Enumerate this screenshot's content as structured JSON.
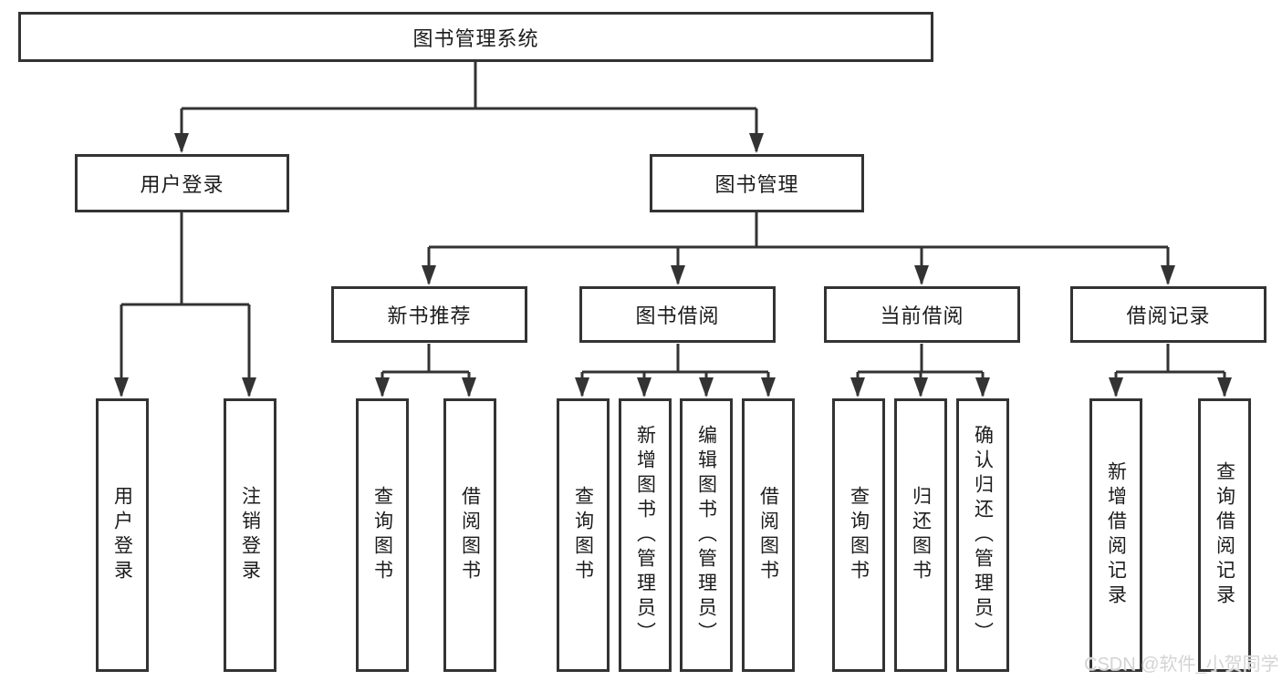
{
  "colors": {
    "line": "#333333",
    "box_fill": "#ffffff",
    "text": "#1c1c1c",
    "watermark": "#d4d4d4"
  },
  "watermark": {
    "text": "CSDN @软件_小贺同学"
  },
  "diagram": {
    "type": "hierarchy-tree",
    "root": {
      "label": "图书管理系统"
    },
    "level2": {
      "user_login": {
        "label": "用户登录"
      },
      "book_management": {
        "label": "图书管理"
      }
    },
    "level3": {
      "new_book_recommend": {
        "label": "新书推荐"
      },
      "book_borrow": {
        "label": "图书借阅"
      },
      "current_borrow": {
        "label": "当前借阅"
      },
      "borrow_record": {
        "label": "借阅记录"
      }
    },
    "leaves": {
      "user_login": [
        "用户登录",
        "注销登录"
      ],
      "new_book_recommend": [
        "查询图书",
        "借阅图书"
      ],
      "book_borrow": [
        "查询图书",
        "新增图书（管理员）",
        "编辑图书（管理员）",
        "借阅图书"
      ],
      "current_borrow": [
        "查询图书",
        "归还图书",
        "确认归还（管理员）"
      ],
      "borrow_record": [
        "新增借阅记录",
        "查询借阅记录"
      ]
    }
  }
}
